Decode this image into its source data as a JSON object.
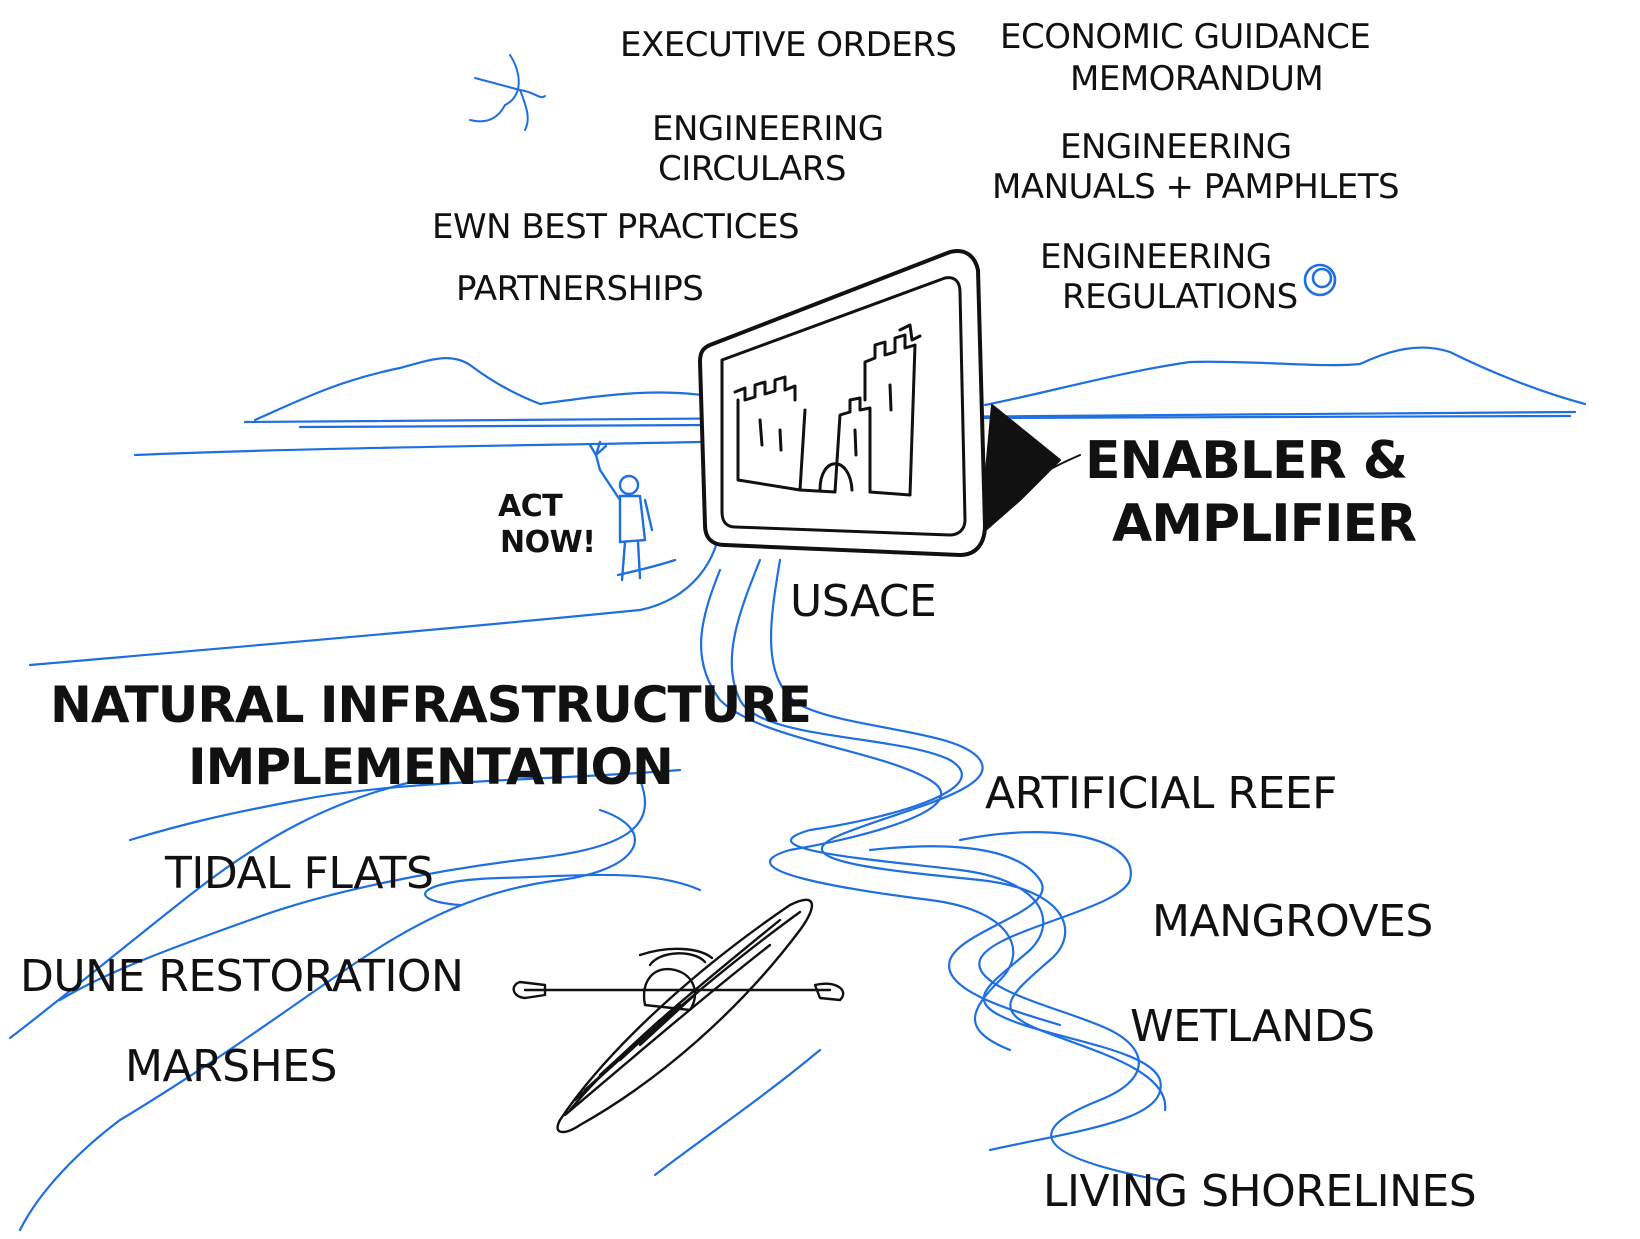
{
  "policy_items": {
    "executive_orders": "EXECUTIVE ORDERS",
    "economic_guidance_line1": "ECONOMIC GUIDANCE",
    "economic_guidance_line2": "MEMORANDUM",
    "engineering_circulars_line1": "ENGINEERING",
    "engineering_circulars_line2": "CIRCULARS",
    "engineering_manuals_line1": "ENGINEERING",
    "engineering_manuals_line2": "MANUALS + PAMPHLETS",
    "ewn_best_practices": "EWN BEST PRACTICES",
    "engineering_regulations_line1": "ENGINEERING",
    "engineering_regulations_line2": "REGULATIONS",
    "partnerships": "PARTNERSHIPS"
  },
  "center": {
    "act_now_line1": "ACT",
    "act_now_line2": "NOW!",
    "usace": "USACE",
    "enabler_line1": "ENABLER &",
    "enabler_line2": "AMPLIFIER"
  },
  "implementation": {
    "heading_line1": "NATURAL INFRASTRUCTURE",
    "heading_line2": "IMPLEMENTATION"
  },
  "left_items": {
    "tidal_flats": "TIDAL FLATS",
    "dune_restoration": "DUNE RESTORATION",
    "marshes": "MARSHES"
  },
  "right_items": {
    "artificial_reef": "ARTIFICIAL REEF",
    "mangroves": "MANGROVES",
    "wetlands": "WETLANDS",
    "living_shorelines": "LIVING SHORELINES"
  },
  "colors": {
    "ink": "#111111",
    "water": "#1f6fe0",
    "background": "#ffffff"
  },
  "icons": {
    "castle_sign": "usace-castle-icon",
    "bird": "bird-icon",
    "person": "person-waving-icon",
    "kayak": "kayaker-icon",
    "sun": "circle-icon"
  }
}
